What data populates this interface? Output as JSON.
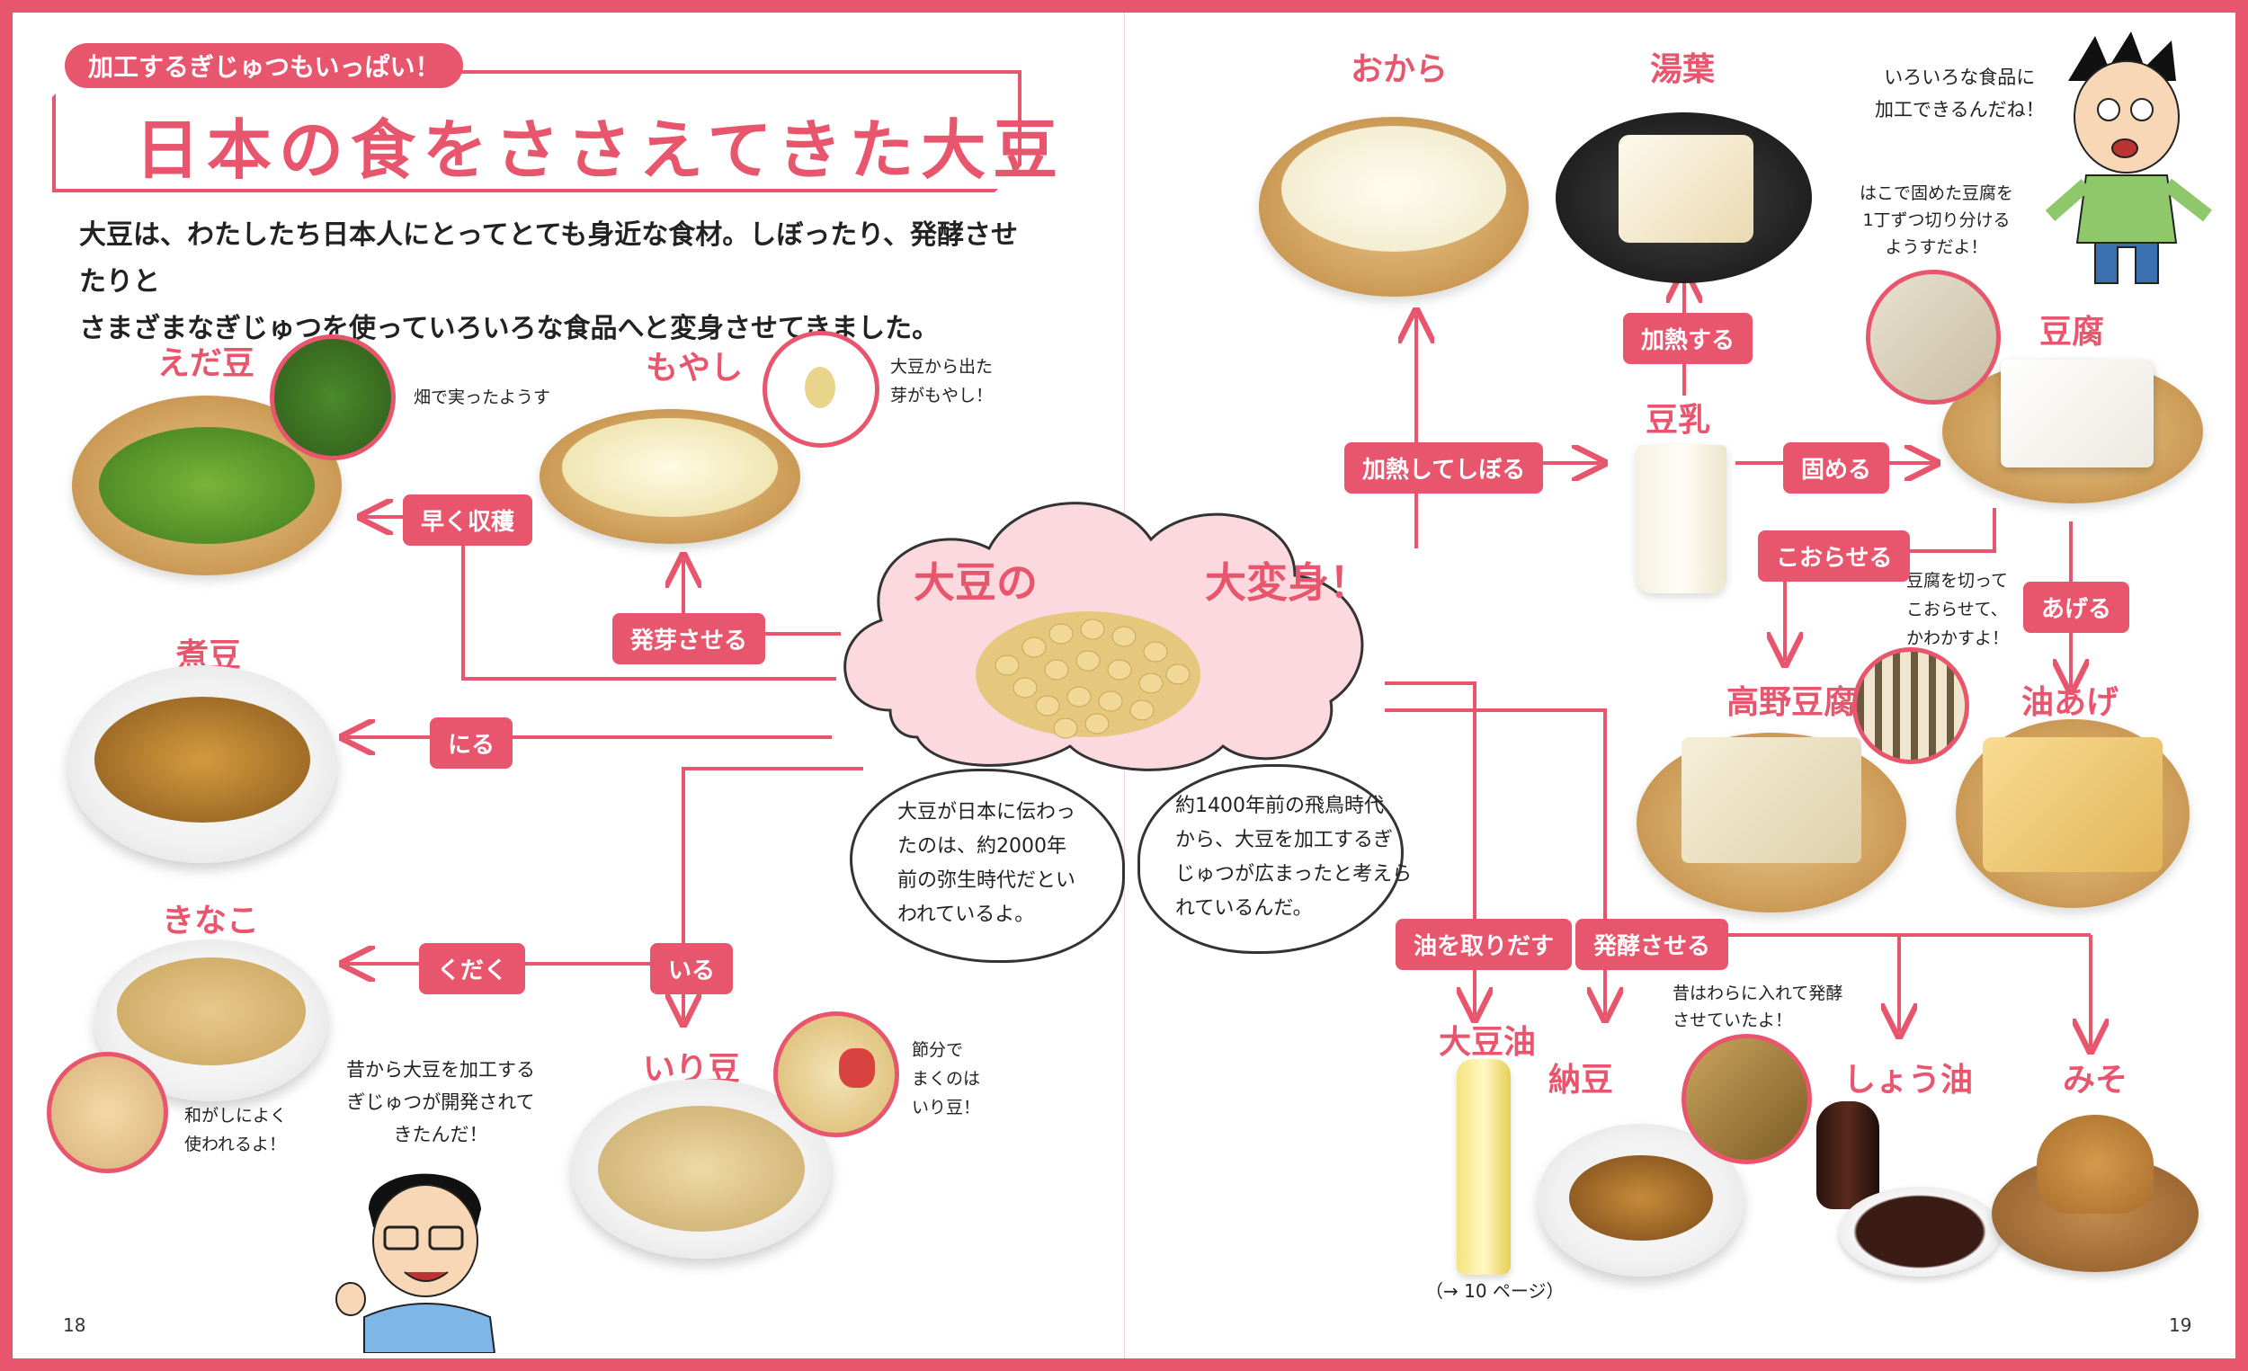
{
  "header": {
    "tag": "加工するぎじゅつもいっぱい！",
    "title": "日本の食をささえてきた大豆",
    "intro_line1": "大豆は、わたしたち日本人にとってとても身近な食材。しぼったり、発酵させたりと",
    "intro_line2": "さまざまなぎじゅつを使っていろいろな食品へと変身させてきました。"
  },
  "center": {
    "title_left": "大豆の",
    "title_right": "大変身！"
  },
  "speech_bubbles": {
    "left_line1": "大豆が日本に伝わっ",
    "left_line2": "たのは、約2000年",
    "left_line3": "前の弥生時代だとい",
    "left_line4": "われているよ。",
    "right_line1": "約1400年前の飛鳥時代",
    "right_line2": "から、大豆を加工するぎ",
    "right_line3": "じゅつが広まったと考えら",
    "right_line4": "れているんだ。"
  },
  "products": {
    "edamame": "えだ豆",
    "moyashi": "もやし",
    "nimame": "煮豆",
    "kinako": "きなこ",
    "irimame": "いり豆",
    "okara": "おから",
    "yuba": "湯葉",
    "tonyu": "豆乳",
    "tofu": "豆腐",
    "koya": "高野豆腐",
    "abura_age": "油あげ",
    "daizu_yu": "大豆油",
    "natto": "納豆",
    "shoyu": "しょう油",
    "miso": "みそ"
  },
  "steps": {
    "hayaku": "早く収穫",
    "hatsuga": "発芽させる",
    "niru": "にる",
    "kudaku": "くだく",
    "iru": "いる",
    "kanetsu_shiboru": "加熱してしぼる",
    "kanetsu": "加熱する",
    "katameru": "固める",
    "koraseru": "こおらせる",
    "ageru": "あげる",
    "abura_toridasu": "油を取りだす",
    "hakko": "発酵させる"
  },
  "notes": {
    "edamame_note": "畑で実ったようす",
    "moyashi_note1": "大豆から出た",
    "moyashi_note2": "芽がもやし！",
    "kinako_note1": "和がしによく",
    "kinako_note2": "使われるよ！",
    "irimame_note1": "節分で",
    "irimame_note2": "まくのは",
    "irimame_note3": "いり豆！",
    "teacher_line1": "昔から大豆を加工する",
    "teacher_line2": "ぎじゅつが開発されて",
    "teacher_line3": "きたんだ！",
    "boy_line1": "いろいろな食品に",
    "boy_line2": "加工できるんだね！",
    "tofu_note1": "はこで固めた豆腐を",
    "tofu_note2": "1丁ずつ切り分ける",
    "tofu_note3": "ようすだよ！",
    "koya_note1": "豆腐を切って",
    "koya_note2": "こおらせて、",
    "koya_note3": "かわかすよ！",
    "natto_note1": "昔はわらに入れて発酵",
    "natto_note2": "させていたよ！",
    "page_ref": "（→ 10 ページ）"
  },
  "page_numbers": {
    "left": "18",
    "right": "19"
  },
  "colors": {
    "accent": "#e8566e",
    "cloud_fill": "#fbd9df"
  }
}
